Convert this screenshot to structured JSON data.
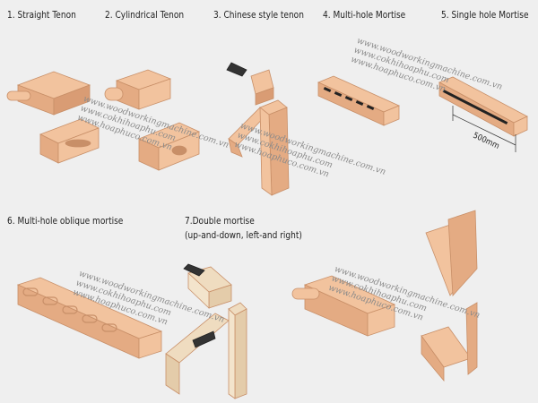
{
  "labels": {
    "straight_tenon": "1. Straight Tenon",
    "cylindrical_tenon": "2. Cylindrical Tenon",
    "chinese_tenon": "3. Chinese style tenon",
    "multi_hole_mortise": "4. Multi-hole Mortise",
    "single_hole_mortise": "5. Single hole Mortise",
    "multi_hole_oblique": "6. Multi-hole oblique mortise",
    "double_mortise": "7.Double mortise",
    "double_mortise_sub": "(up-and-down, left-and right)"
  },
  "dimension": "500mm",
  "watermark": [
    "www.woodworkingmachine.com.vn",
    "www.cokhihoaphu.com",
    "www.hoaphuco.com.vn"
  ],
  "colors": {
    "wood": "#f2c39e",
    "wood_dark": "#d99c74",
    "background": "#efefef"
  }
}
